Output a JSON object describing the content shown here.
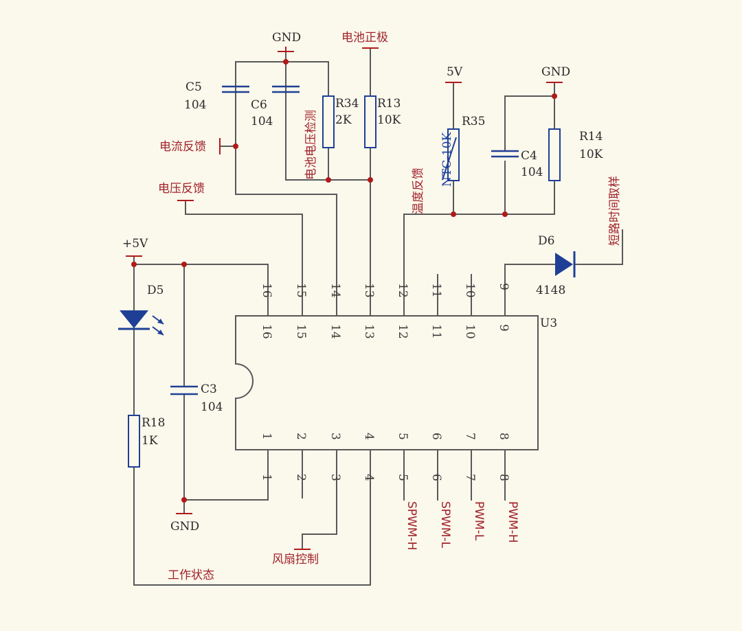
{
  "components": {
    "c5": {
      "ref": "C5",
      "value": "104"
    },
    "c6": {
      "ref": "C6",
      "value": "104"
    },
    "c4": {
      "ref": "C4",
      "value": "104"
    },
    "c3": {
      "ref": "C3",
      "value": "104"
    },
    "r34": {
      "ref": "R34",
      "value": "2K"
    },
    "r13": {
      "ref": "R13",
      "value": "10K"
    },
    "r35": {
      "ref": "R35",
      "value": "NTC-10K"
    },
    "r14": {
      "ref": "R14",
      "value": "10K"
    },
    "r18": {
      "ref": "R18",
      "value": "1K"
    },
    "d5": {
      "ref": "D5"
    },
    "d6": {
      "ref": "D6",
      "value": "4148"
    },
    "u3": {
      "ref": "U3"
    }
  },
  "nets": {
    "gnd_top": "GND",
    "battery_pos": "电池正极",
    "v5": "5V",
    "gnd_r14": "GND",
    "plus5v": "+5V",
    "gnd_bottom": "GND",
    "current_fb": "电流反馈",
    "voltage_fb": "电压反馈",
    "battery_voltage_detect": "电池电压检测",
    "temperature_fb": "温度反馈",
    "short_sample": "短路时间取样",
    "fan_control": "风扇控制",
    "work_status": "工作状态",
    "spwm_h": "SPWM-H",
    "spwm_l": "SPWM-L",
    "pwm_l": "PWM-L",
    "pwm_h": "PWM-H"
  },
  "pins_top": [
    "16",
    "15",
    "14",
    "13",
    "12",
    "11",
    "10",
    "9"
  ],
  "pins_bottom": [
    "1",
    "2",
    "3",
    "4",
    "5",
    "6",
    "7",
    "8"
  ]
}
